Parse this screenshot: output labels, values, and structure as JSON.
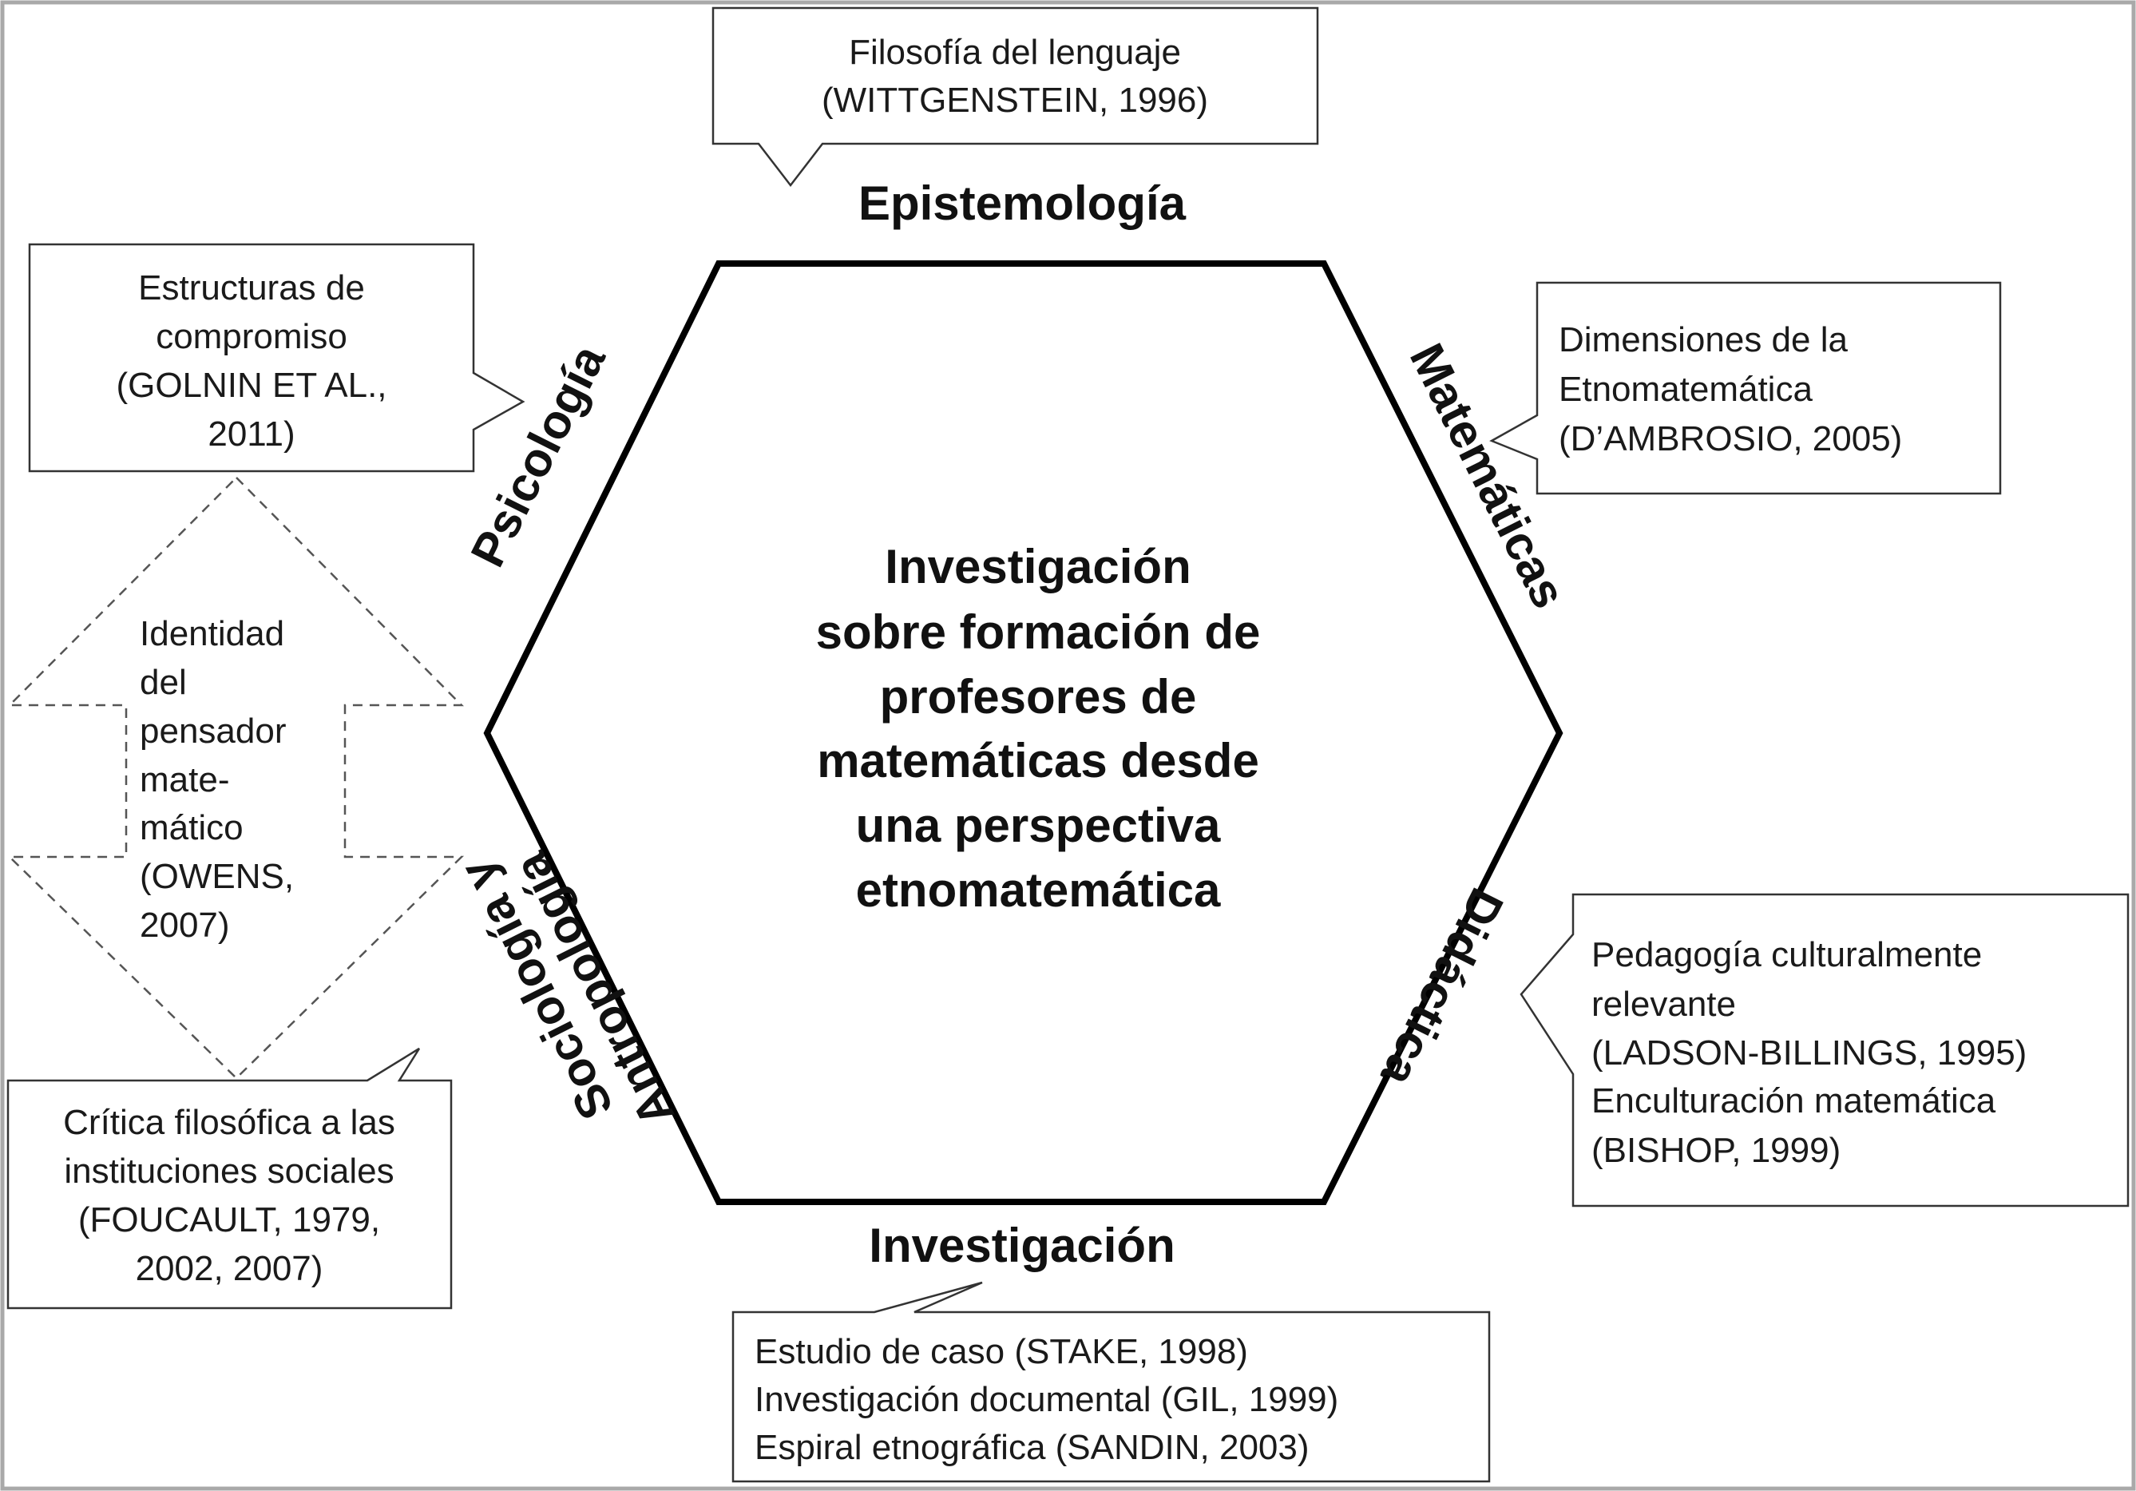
{
  "center": {
    "lines": [
      "Investigación",
      "sobre formación de",
      "profesores de",
      "matemáticas desde",
      "una perspectiva",
      "etnomatemática"
    ]
  },
  "sides": {
    "epistemologia": "Epistemología",
    "matematicas": "Matemáticas",
    "didactica": "Didáctica",
    "investigacion": "Investigación",
    "sociologia_line1": "Sociología y",
    "sociologia_line2": "Antropología",
    "psicologia": "Psicología"
  },
  "callouts": {
    "epistemologia": [
      "Filosofía del lenguaje",
      "(WITTGENSTEIN, 1996)"
    ],
    "matematicas": [
      "Dimensiones de la",
      "Etnomatemática",
      "(D’AMBROSIO, 2005)"
    ],
    "didactica": [
      "Pedagogía culturalmente",
      "relevante",
      "(LADSON-BILLINGS, 1995)",
      "Enculturación matemática",
      "(BISHOP, 1999)"
    ],
    "investigacion": [
      "Estudio de caso (STAKE, 1998)",
      "Investigación documental (GIL, 1999)",
      "Espiral etnográfica (SANDIN, 2003)"
    ],
    "sociologia": [
      "Crítica filosófica a las",
      "instituciones sociales",
      "(FOUCAULT, 1979,",
      "2002, 2007)"
    ],
    "psicologia": [
      "Estructuras de",
      "compromiso",
      "(GOLNIN ET AL.,",
      "2011)"
    ]
  },
  "arrow": {
    "lines": [
      "Identidad",
      "del",
      "pensador",
      "mate-",
      "mático",
      "(OWENS,",
      "2007)"
    ]
  }
}
